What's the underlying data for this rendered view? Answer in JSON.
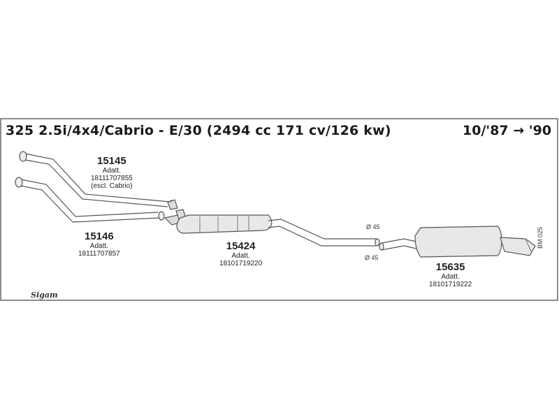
{
  "header": {
    "title": "325 2.5i/4x4/Cabrio - E/30 (2494 cc 171 cv/126 kw)",
    "years": "10/'87 → '90"
  },
  "parts": [
    {
      "number": "15145",
      "label": "Adatt.",
      "code": "18111707855",
      "note": "(escl. Cabrio)"
    },
    {
      "number": "15146",
      "label": "Adatt.",
      "code": "18111707857"
    },
    {
      "number": "15424",
      "label": "Adatt.",
      "code": "18101719220"
    },
    {
      "number": "15635",
      "label": "Adatt.",
      "code": "18101719222"
    }
  ],
  "diameters": [
    "Ø 45",
    "Ø 45"
  ],
  "catalog_code": "BM 025",
  "brand": "Sigam",
  "colors": {
    "line": "#555555",
    "fill": "#e8e8e8",
    "text": "#222222"
  }
}
